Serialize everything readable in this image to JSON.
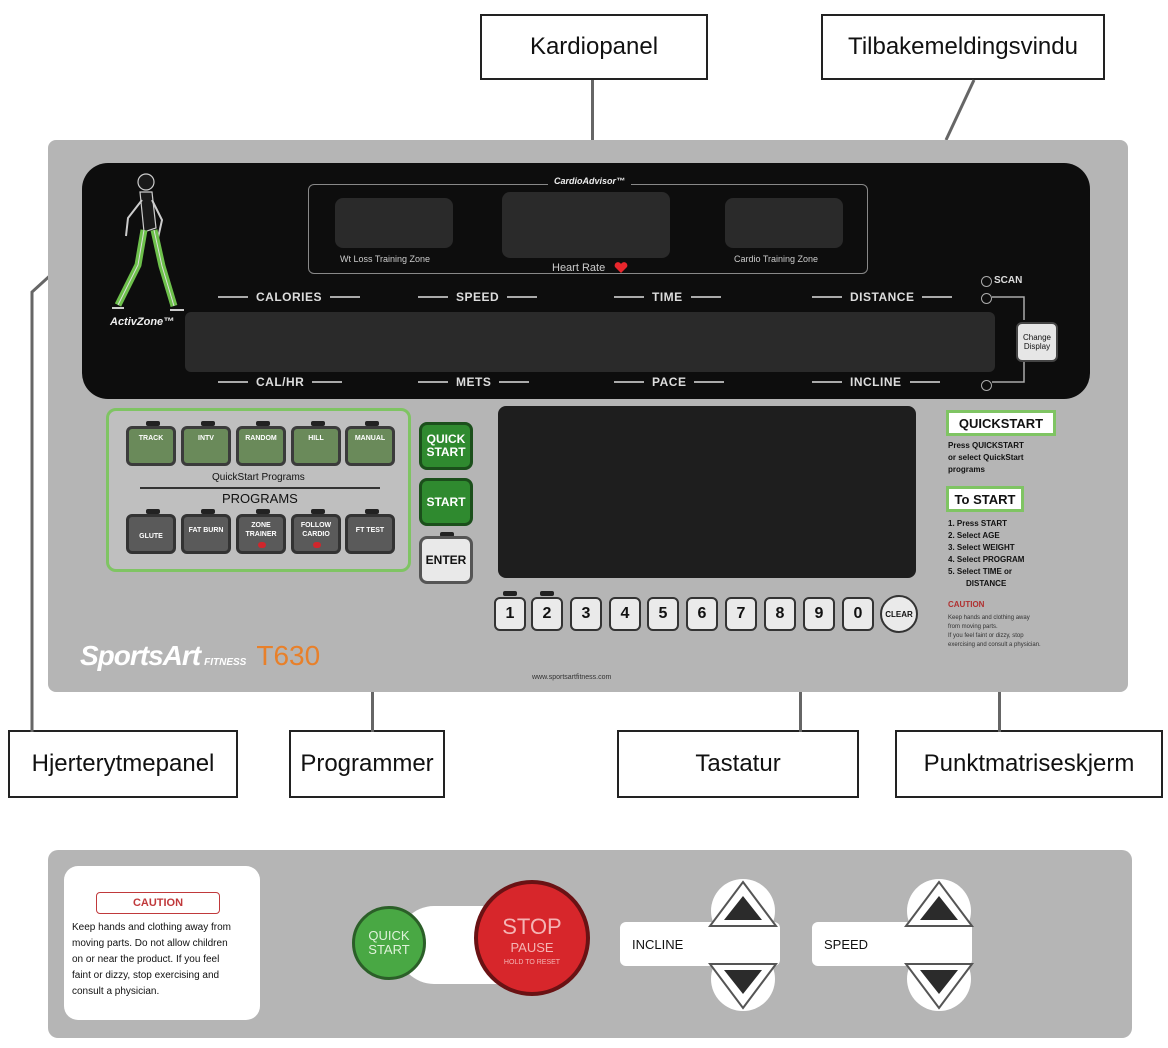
{
  "callouts": {
    "kardiopanel": "Kardiopanel",
    "tilbakemeldingsvindu": "Tilbakemeldingsvindu",
    "hjerterytmepanel": "Hjerterytmepanel",
    "programmer": "Programmer",
    "tastatur": "Tastatur",
    "punktmatriseskjerm": "Punktmatriseskjerm"
  },
  "cardio": {
    "title": "CardioAdvisor™",
    "wt_loss_zone": "Wt Loss Training Zone",
    "heart_rate": "Heart Rate",
    "cardio_zone": "Cardio Training Zone",
    "activzone": "ActivZone™"
  },
  "display": {
    "top_labels": [
      "CALORIES",
      "SPEED",
      "TIME",
      "DISTANCE"
    ],
    "bottom_labels": [
      "CAL/HR",
      "METS",
      "PACE",
      "INCLINE"
    ],
    "scan": "SCAN",
    "change_display": "Change Display"
  },
  "programs": {
    "quickstart_buttons": [
      "TRACK",
      "INTV",
      "RANDOM",
      "HILL",
      "MANUAL"
    ],
    "quickstart_caption": "QuickStart Programs",
    "heading": "PROGRAMS",
    "program_buttons": [
      "GLUTE",
      "FAT BURN",
      "ZONE TRAINER",
      "FOLLOW CARDIO",
      "FT TEST"
    ]
  },
  "side_buttons": {
    "quick_start": "QUICK START",
    "start": "START",
    "enter": "ENTER"
  },
  "keypad": {
    "keys": [
      "1",
      "2",
      "3",
      "4",
      "5",
      "6",
      "7",
      "8",
      "9",
      "0"
    ],
    "clear": "CLEAR"
  },
  "info": {
    "quickstart_title": "QUICKSTART",
    "quickstart_text": [
      "Press QUICKSTART",
      "or select QuickStart",
      "programs"
    ],
    "tostart_title": "To START",
    "tostart_steps": [
      "1. Press START",
      "2. Select AGE",
      "3. Select WEIGHT",
      "4. Select PROGRAM",
      "5. Select TIME or",
      "DISTANCE"
    ],
    "caution_title": "CAUTION",
    "caution_text": [
      "Keep hands and clothing away",
      "from moving parts.",
      "If you feel faint or dizzy, stop",
      "exercising and consult a physician."
    ]
  },
  "brand": {
    "name": "SportsArt",
    "fitness": "FITNESS",
    "model": "T630",
    "url": "www.sportsartfitness.com"
  },
  "bottom_panel": {
    "caution_title": "CAUTION",
    "caution_text": [
      "Keep hands and clothing away from",
      "moving parts. Do not allow children",
      "on or near the product. If you feel",
      "faint or dizzy, stop exercising and",
      "consult a physician."
    ],
    "quick_start": "QUICK START",
    "stop": "STOP",
    "pause": "PAUSE",
    "stop_sub": "HOLD TO RESET",
    "incline": "INCLINE",
    "speed": "SPEED"
  },
  "colors": {
    "panel_gray": "#b5b5b5",
    "display_black": "#0d0d0d",
    "accent_green": "#7fc463",
    "button_green": "#2f8a2f",
    "stop_red": "#d7262b",
    "brand_orange": "#e8802a"
  }
}
